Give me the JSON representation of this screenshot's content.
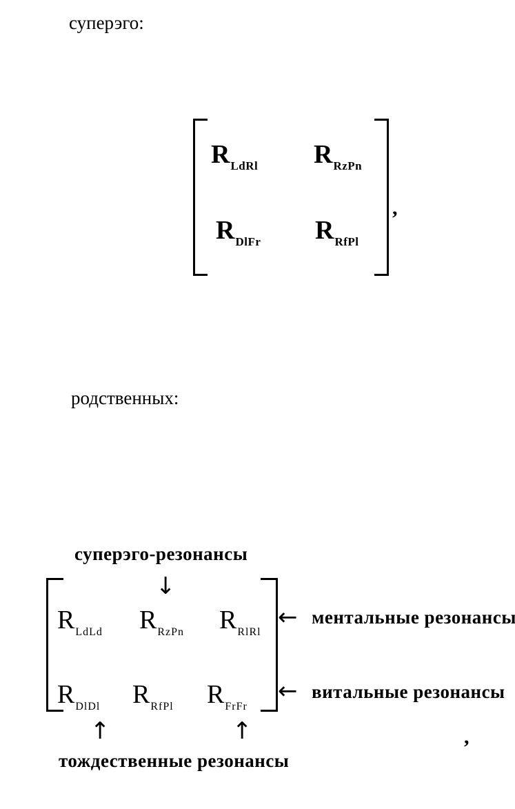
{
  "section1": {
    "label": "суперэго:",
    "matrix": [
      {
        "main": "R",
        "sub": "LdRl"
      },
      {
        "main": "R",
        "sub": "RzPn"
      },
      {
        "main": "R",
        "sub": "DlFr"
      },
      {
        "main": "R",
        "sub": "RfPl"
      }
    ],
    "trailing": ","
  },
  "section2": {
    "label": "родственных:",
    "top_caption": "суперэго-резонансы",
    "bottom_caption": "тождественные резонансы",
    "row1_caption": "ментальные резонансы",
    "row2_caption": "витальные резонансы",
    "arrows": {
      "down": "↓",
      "left": "←",
      "up": "↑"
    },
    "matrix": [
      {
        "main": "R",
        "sub": "LdLd"
      },
      {
        "main": "R",
        "sub": "RzPn"
      },
      {
        "main": "R",
        "sub": "RlRl"
      },
      {
        "main": "R",
        "sub": "DlDl"
      },
      {
        "main": "R",
        "sub": "RfPl"
      },
      {
        "main": "R",
        "sub": "FrFr"
      }
    ],
    "trailing": ","
  }
}
